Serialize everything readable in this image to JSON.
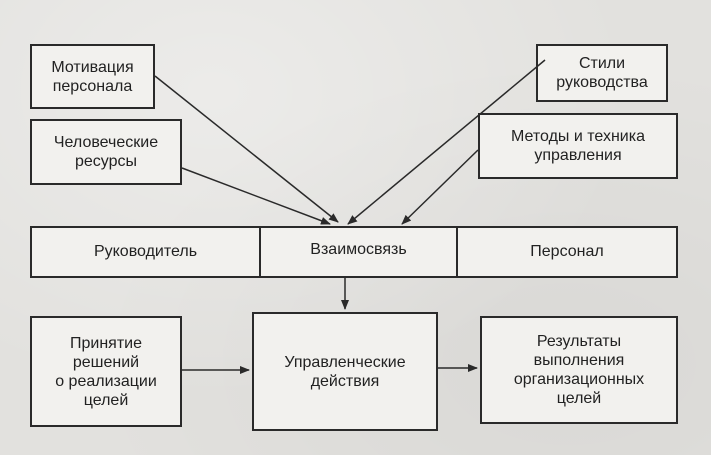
{
  "top_left": {
    "motivation": "Мотивация\nперсонала",
    "human_resources": "Человеческие\nресурсы"
  },
  "top_right": {
    "leadership_styles": "Стили\nруководства",
    "methods": "Методы и техника\nуправления"
  },
  "bar": {
    "leader": "Руководитель",
    "relationship": "Взаимосвязь",
    "personnel": "Персонал"
  },
  "bottom": {
    "decisions": "Принятие\nрешений\nо реализации\nцелей",
    "actions": "Управленческие\nдействия",
    "results": "Результаты\nвыполнения\nорганизационных\nцелей"
  },
  "colors": {
    "line": "#2a2a2a",
    "box_fill": "#f2f1ee",
    "background": "#e2e1de"
  }
}
